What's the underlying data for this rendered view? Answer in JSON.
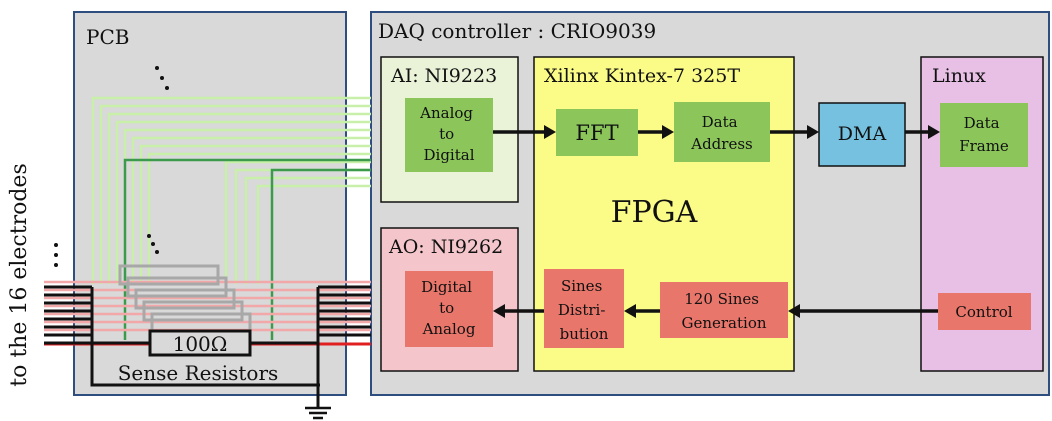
{
  "side_label": "to the 16 electrodes",
  "pcb": {
    "title": "PCB",
    "resistor_value": "100Ω",
    "resistor_caption": "Sense Resistors"
  },
  "daq": {
    "title": "DAQ controller : CRIO9039",
    "ai": {
      "title": "AI: NI9223",
      "block": [
        "Analog",
        "to",
        "Digital"
      ]
    },
    "ao": {
      "title": "AO: NI9262",
      "block": [
        "Digital",
        "to",
        "Analog"
      ]
    },
    "fpga": {
      "title": "Xilinx Kintex-7 325T",
      "label": "FPGA",
      "fft": "FFT",
      "data_address": [
        "Data",
        "Address"
      ],
      "sines_distribution": [
        "Sines",
        "Distri-",
        "bution"
      ],
      "sines_generation": [
        "120 Sines",
        "Generation"
      ]
    },
    "dma": "DMA",
    "linux": {
      "title": "Linux",
      "data_frame": [
        "Data",
        "Frame"
      ],
      "control": "Control"
    }
  },
  "colors": {
    "panel_bg": "#d9d9d9",
    "panel_border": "#2e4e80",
    "ai_bg": "#eaf2d7",
    "ao_bg": "#f4c6cb",
    "fpga_bg": "#fbfb88",
    "linux_bg": "#e8c0e6",
    "green_block": "#8cc65a",
    "red_block": "#e8766a",
    "dma_block": "#76c0e0",
    "light_green_wire": "#c8f0a8",
    "dark_green_wire": "#3c9a4c",
    "light_red_wire": "#f2a8a8",
    "red_wire": "#e02020"
  }
}
